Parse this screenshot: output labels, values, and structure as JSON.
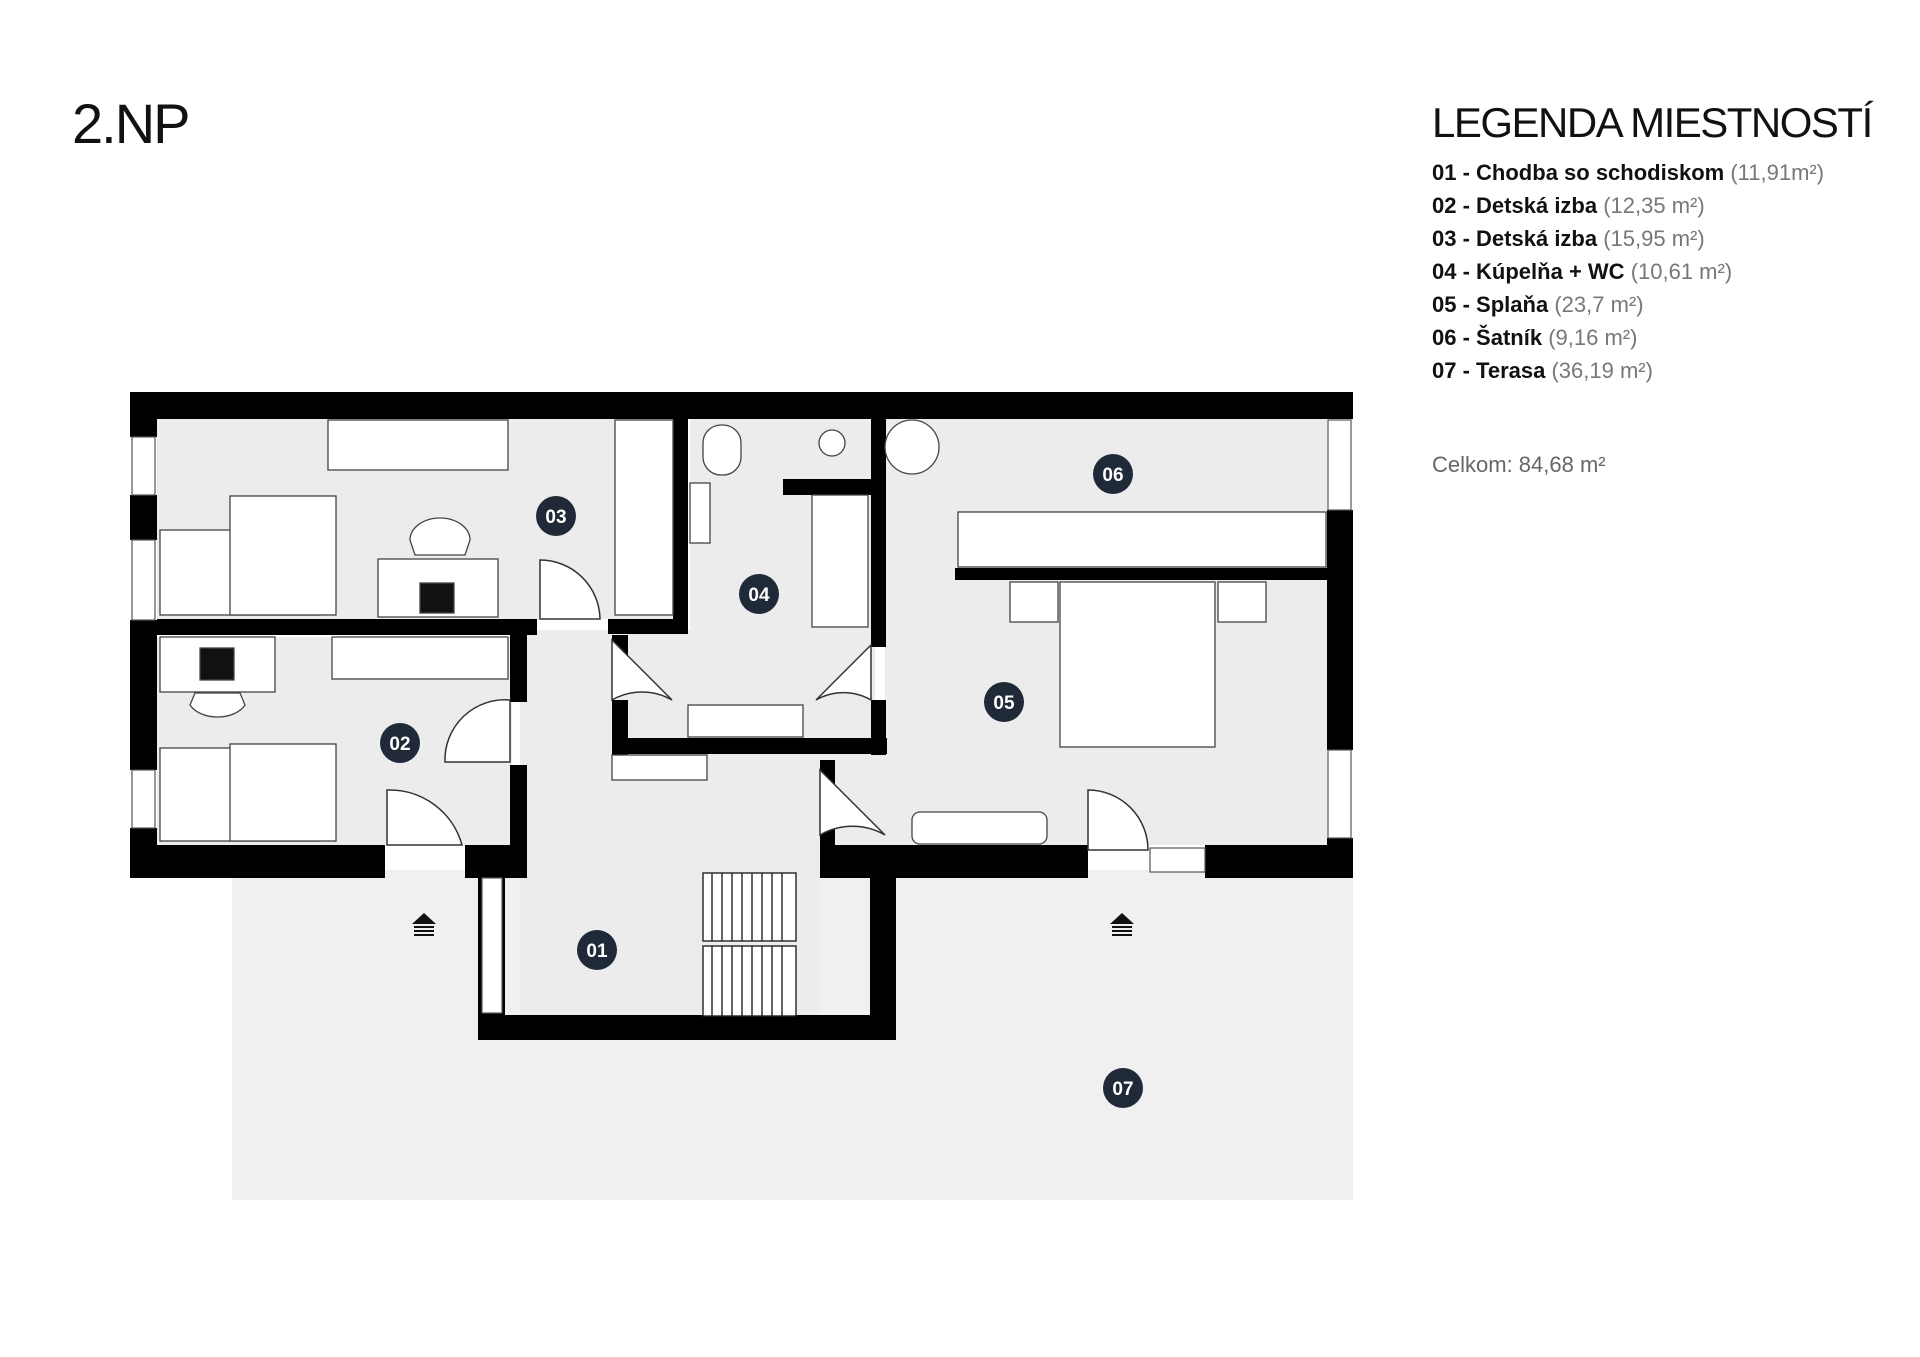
{
  "floor_label": "2.NP",
  "legend": {
    "title": "LEGENDA MIESTNOSTÍ",
    "items": [
      {
        "code": "01",
        "name": "Chodba so schodiskom",
        "area": "(11,91m²)"
      },
      {
        "code": "02",
        "name": "Detská izba",
        "area": "(12,35 m²)"
      },
      {
        "code": "03",
        "name": "Detská izba",
        "area": "(15,95 m²)"
      },
      {
        "code": "04",
        "name": "Kúpelňa + WC",
        "area": "(10,61 m²)"
      },
      {
        "code": "05",
        "name": "Splaňa",
        "area": "(23,7 m²)"
      },
      {
        "code": "06",
        "name": "Šatník",
        "area": "(9,16 m²)"
      },
      {
        "code": "07",
        "name": "Terasa",
        "area": "(36,19 m²)"
      }
    ]
  },
  "total": "Celkom: 84,68 m²",
  "room_badges": [
    "01",
    "02",
    "03",
    "04",
    "05",
    "06",
    "07"
  ],
  "colors": {
    "wall": "#000000",
    "floor": "#ececec",
    "terrace": "#f0f0f0",
    "badge": "#1f2937"
  },
  "icons": [
    "entry-arrow-icon"
  ]
}
